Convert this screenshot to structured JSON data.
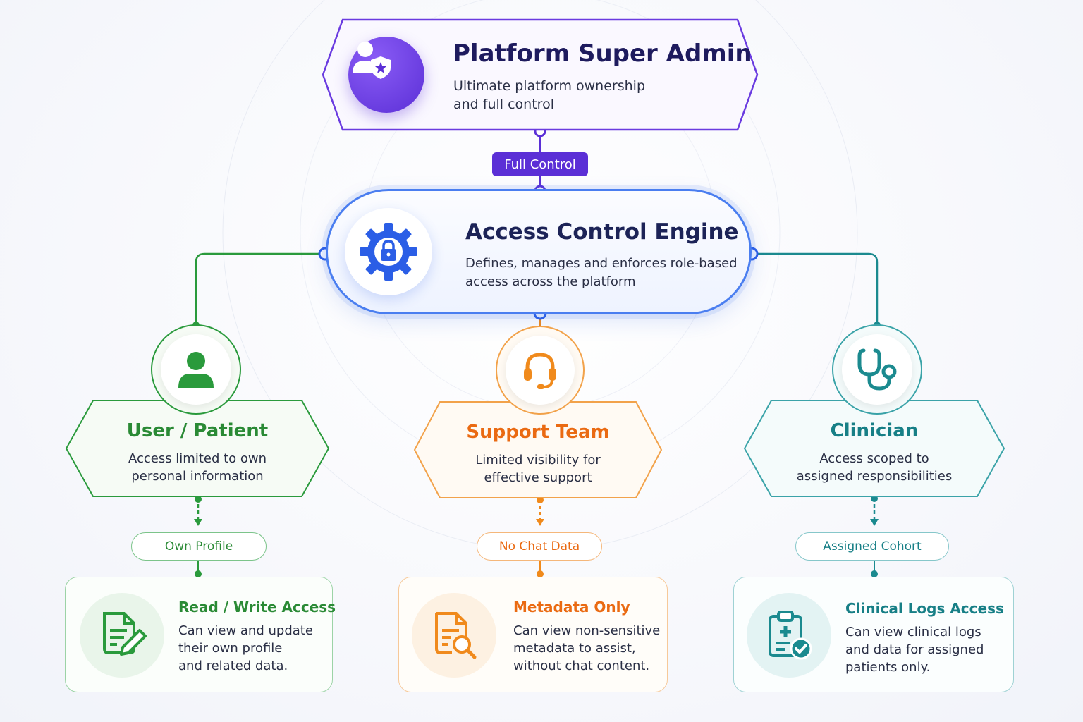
{
  "admin": {
    "title": "Platform Super Admin",
    "desc_line1": "Ultimate platform ownership",
    "desc_line2": "and full control",
    "icon": "admin-shield-star-icon",
    "color": "#5b2fd6"
  },
  "link_badge": "Full Control",
  "engine": {
    "title": "Access Control Engine",
    "desc_line1": "Defines, manages and enforces role-based",
    "desc_line2": "access across the platform",
    "icon": "gear-lock-icon",
    "color": "#2b5ee6"
  },
  "roles": [
    {
      "title": "User / Patient",
      "desc_line1": "Access limited to own",
      "desc_line2": "personal information",
      "scope": "Own Profile",
      "perm_title": "Read / Write Access",
      "perm_line1": "Can view and update",
      "perm_line2": "their own profile",
      "perm_line3": "and related data.",
      "icon": "user-icon",
      "perm_icon": "document-edit-icon",
      "color": "#2a9a3c"
    },
    {
      "title": "Support Team",
      "desc_line1": "Limited visibility for",
      "desc_line2": "effective support",
      "scope": "No Chat Data",
      "perm_title": "Metadata Only",
      "perm_line1": "Can view non-sensitive",
      "perm_line2": "metadata to assist,",
      "perm_line3": "without chat content.",
      "icon": "headset-icon",
      "perm_icon": "document-search-icon",
      "color": "#f08a1c"
    },
    {
      "title": "Clinician",
      "desc_line1": "Access scoped to",
      "desc_line2": "assigned responsibilities",
      "scope": "Assigned Cohort",
      "perm_title": "Clinical Logs Access",
      "perm_line1": "Can view clinical logs",
      "perm_line2": "and data for assigned",
      "perm_line3": "patients only.",
      "icon": "stethoscope-icon",
      "perm_icon": "clipboard-check-icon",
      "color": "#1b8a8f"
    }
  ]
}
